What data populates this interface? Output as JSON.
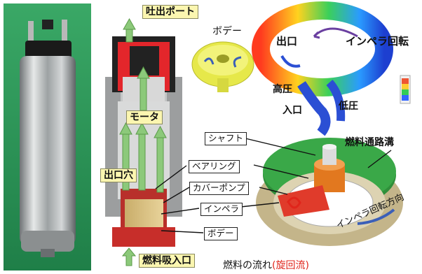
{
  "labels": {
    "discharge_port": "吐出ポート",
    "body_top": "ボデー",
    "outlet": "出口",
    "impeller_rotation": "インペラ回転",
    "high_pressure": "高圧",
    "inlet": "入口",
    "low_pressure": "低圧",
    "motor": "モータ",
    "outlet_hole": "出口穴",
    "shaft": "シャフト",
    "fuel_channel_groove": "燃料通路溝",
    "bearing": "ベアリング",
    "cover_pump": "カバーポンプ",
    "impeller": "インペラ",
    "body_bottom": "ボデー",
    "fuel_intake": "燃料吸入口",
    "impeller_rotation_direction": "インペラ回転方向",
    "fuel_flow": "燃料の流れ",
    "swirl_flow": "(旋回流)"
  },
  "colors": {
    "flow_arrow_green": "#8cc97a",
    "label_highlight_yellow": "#fbf6b0",
    "swirl_red": "#e0251b",
    "rotation_arrow_blue": "#3b5fb8",
    "background_photo_green": "#2f9a5a"
  },
  "icons": [
    "flow-arrow-icon",
    "rotation-arrow-icon",
    "swirl-arrow-icon"
  ]
}
